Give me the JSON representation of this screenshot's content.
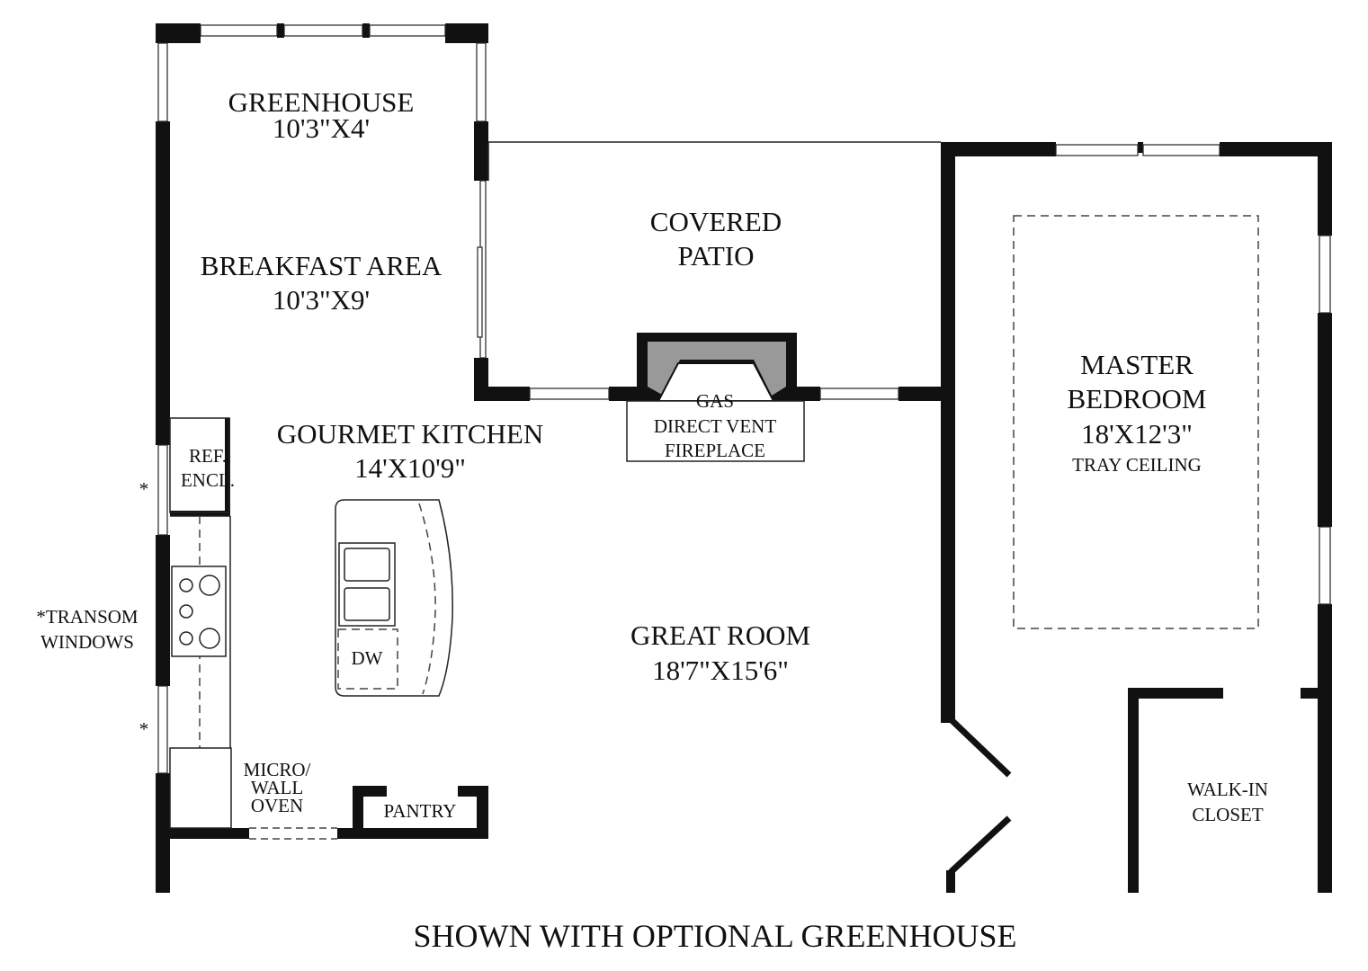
{
  "rooms": {
    "greenhouse": {
      "name": "GREENHOUSE",
      "size": "10'3\"X4'"
    },
    "breakfast": {
      "name": "BREAKFAST AREA",
      "size": "10'3\"X9'"
    },
    "patio": {
      "line1": "COVERED",
      "line2": "PATIO"
    },
    "kitchen": {
      "name": "GOURMET KITCHEN",
      "size": "14'X10'9\""
    },
    "great_room": {
      "name": "GREAT ROOM",
      "size": "18'7\"X15'6\""
    },
    "master": {
      "line1": "MASTER",
      "line2": "BEDROOM",
      "size": "18'X12'3\"",
      "note": "TRAY CEILING"
    },
    "closet": {
      "line1": "WALK-IN",
      "line2": "CLOSET"
    }
  },
  "labels": {
    "fireplace": [
      "GAS",
      "DIRECT VENT",
      "FIREPLACE"
    ],
    "ref_encl": [
      "REF.",
      "ENCL."
    ],
    "micro": [
      "MICRO/",
      "WALL",
      "OVEN"
    ],
    "pantry": "PANTRY",
    "dw": "DW",
    "transom": [
      "*TRANSOM",
      "WINDOWS"
    ],
    "asterisk": "*"
  },
  "caption": "SHOWN WITH OPTIONAL GREENHOUSE",
  "colors": {
    "wall": "#111111",
    "fireplace_fill": "#999999",
    "background": "#ffffff"
  }
}
